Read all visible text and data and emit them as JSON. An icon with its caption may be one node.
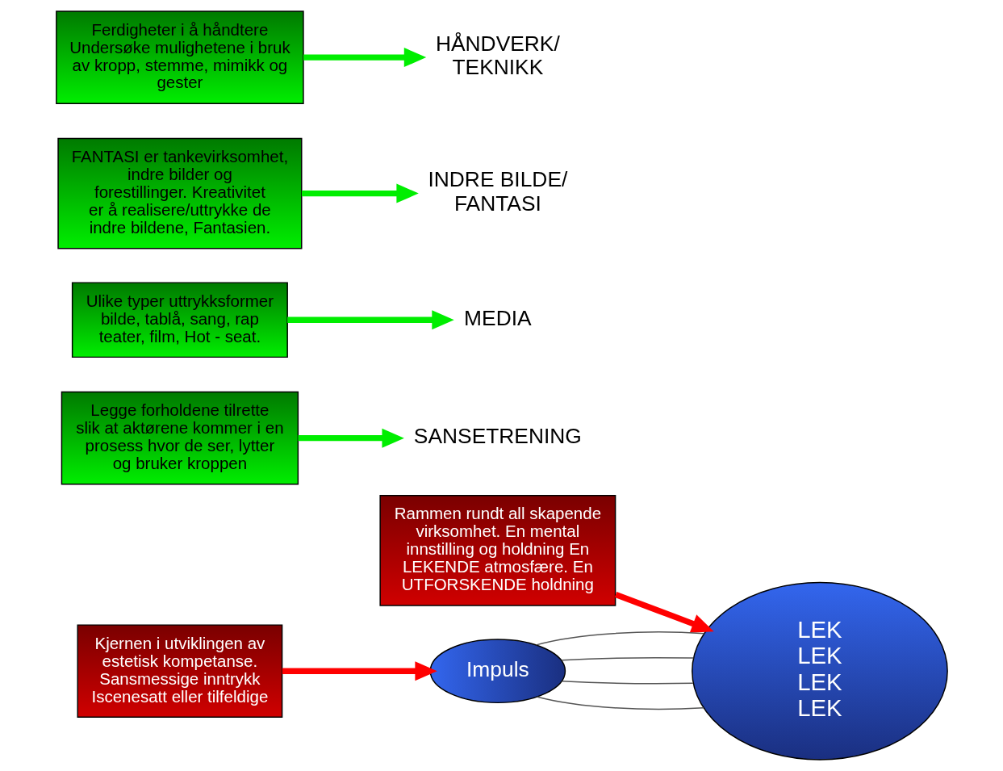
{
  "diagram": {
    "nodes": [
      {
        "text": [
          "Rammen rundt all skapende virksomhet. En mental innstilling og holdning En LEKENDE atmosfære. En UTFORSKENDE holdning"
        ]
      },
      {
        "text": [
          "LEK",
          "LEK",
          "LEK",
          "LEK"
        ]
      },
      {
        "text": [
          "Kjernen i utviklingen av estetisk kompetanse. Sansmessige inntrykk Iscenesatt eller tilfeldige"
        ]
      },
      {
        "text": [
          "Impuls"
        ]
      },
      {
        "text": [
          "SANSETRENING"
        ]
      },
      {
        "text": [
          "MEDIA"
        ]
      },
      {
        "text": [
          "INDRE BILDE/ FANTASI"
        ]
      },
      {
        "text": [
          "HÅNDVERK/ TEKNIKK"
        ]
      },
      {
        "text": [
          "Legge forholdene tilrette slik at aktørene kommer i en prosess hvor de ser, lytter og bruker kroppen"
        ]
      },
      {
        "text": [
          "Ulike typer uttrykksformer bilde, tablå, sang, rap teater, film, Hot - seat."
        ]
      },
      {
        "text": [
          "FANTASI er tankevirksomhet, indre bilder og forestillinger. Kreativitet er å realisere/uttrykke de indre bildene, Fantasien."
        ]
      },
      {
        "text": [
          "Ferdigheter i å håndtere Undersøke mulighetene i bruk av kropp, stemme, mimikk og gester"
        ]
      }
    ],
    "edges": [
      {
        "from": 0,
        "to": 1,
        "arrow": "to",
        "color": "#ff0000"
      },
      {
        "from": 2,
        "to": 3,
        "arrow": "to",
        "color": "#ff0000"
      },
      {
        "from": 8,
        "to": 4,
        "arrow": "to",
        "color": "#00ee00"
      },
      {
        "from": 9,
        "to": 5,
        "arrow": "to",
        "color": "#00ee00"
      },
      {
        "from": 10,
        "to": 6,
        "arrow": "to",
        "color": "#00ee00"
      },
      {
        "from": 11,
        "to": 7,
        "arrow": "to",
        "color": "#00ee00"
      },
      {
        "from": 3,
        "to": 1,
        "arrow": "none",
        "color": "#555555"
      },
      {
        "from": 3,
        "to": 1,
        "arrow": "none",
        "color": "#555555"
      },
      {
        "from": 3,
        "to": 1,
        "arrow": "none",
        "color": "#555555"
      },
      {
        "from": 3,
        "to": 1,
        "arrow": "none",
        "color": "#555555"
      }
    ]
  }
}
